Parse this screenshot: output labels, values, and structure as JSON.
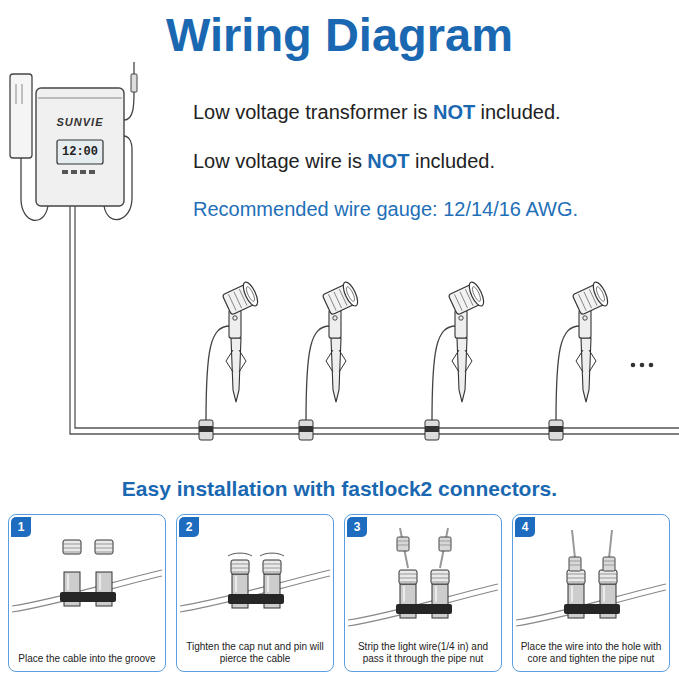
{
  "diagram": {
    "title": "Wiring Diagram",
    "nodes": [
      {
        "text": [
          "1",
          "Place the cable into the groove"
        ]
      },
      {
        "text": [
          "2",
          "Tighten the cap nut and pin will pierce the cable"
        ]
      },
      {
        "text": [
          "3",
          "Strip the light wire(1/4 in) and pass it through the pipe nut"
        ]
      },
      {
        "text": [
          "4",
          "Place the wire into the hole with core and tighten the pipe nut"
        ]
      }
    ],
    "labels": [
      "Low voltage transformer is",
      "NOT",
      "included.",
      "Low voltage wire is",
      "NOT",
      "included.",
      "Recommended wire gauge: 12/14/16 AWG.",
      "Easy installation with fastlock2 connectors.",
      "SUNVIE",
      "12:00"
    ]
  }
}
